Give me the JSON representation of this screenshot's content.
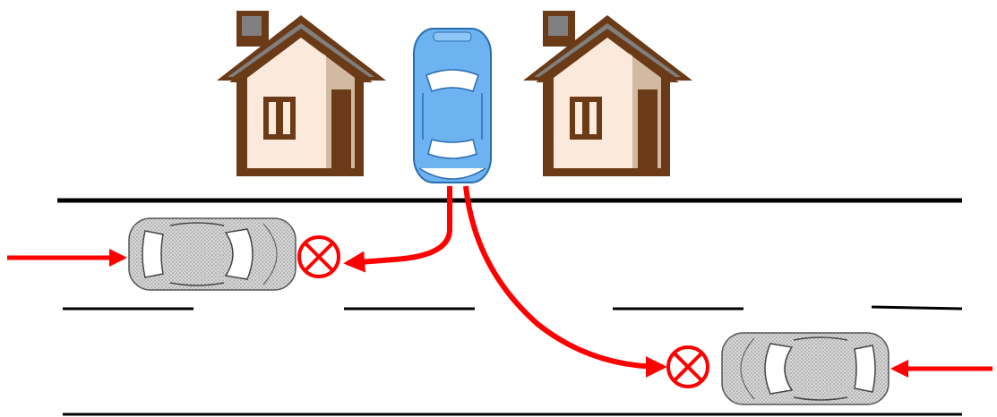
{
  "scene": {
    "houses": [
      {
        "name": "house-left",
        "icon": "house-icon"
      },
      {
        "name": "house-right",
        "icon": "house-icon"
      }
    ],
    "exiting_car": {
      "icon": "car-top-view-icon",
      "color": "#6db3f2",
      "state": "parked in driveway, exiting onto road"
    },
    "traffic_cars": [
      {
        "name": "car-eastbound",
        "icon": "car-top-view-icon",
        "color": "#c8c8c8",
        "direction": "right"
      },
      {
        "name": "car-westbound",
        "icon": "car-top-view-icon",
        "color": "#c8c8c8",
        "direction": "left"
      }
    ],
    "blocked_paths": [
      {
        "name": "left-turn-path",
        "marker": "crossed-circle-icon"
      },
      {
        "name": "right-turn-path",
        "marker": "crossed-circle-icon"
      }
    ],
    "colors": {
      "house_frame": "#6b3a16",
      "house_roof": "#808080",
      "house_wall": "#fbe9dc",
      "house_wall_shade": "#d2b9a2",
      "arrow_red": "#ff0000",
      "road_line": "#000000",
      "car_blue": "#6db3f2",
      "car_grey": "#c8c8c8"
    }
  }
}
